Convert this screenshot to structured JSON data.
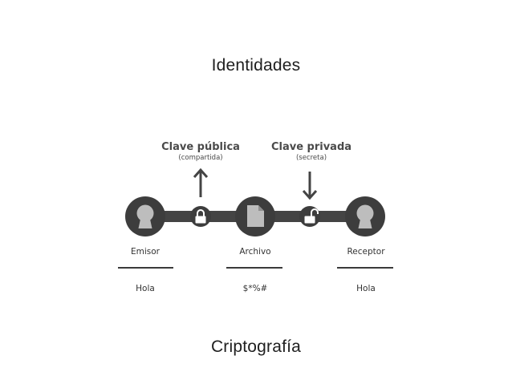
{
  "slide": {
    "title": "Identidades",
    "footer": "Criptografía"
  },
  "diagram": {
    "public_key": {
      "label": "Clave pública",
      "note": "(compartida)"
    },
    "private_key": {
      "label": "Clave privada",
      "note": "(secreta)"
    },
    "nodes": [
      {
        "label": "Emisor",
        "message": "Hola",
        "icon": "person-icon"
      },
      {
        "label": "Archivo",
        "message": "$*%#",
        "icon": "document-icon"
      },
      {
        "label": "Receptor",
        "message": "Hola",
        "icon": "person-icon"
      }
    ],
    "locks": [
      {
        "state": "locked",
        "icon": "lock-closed-icon"
      },
      {
        "state": "unlocked",
        "icon": "lock-open-icon"
      }
    ],
    "colors": {
      "dark": "#3d3d3d",
      "light": "#bdbdbd",
      "connector": "#444444"
    }
  }
}
